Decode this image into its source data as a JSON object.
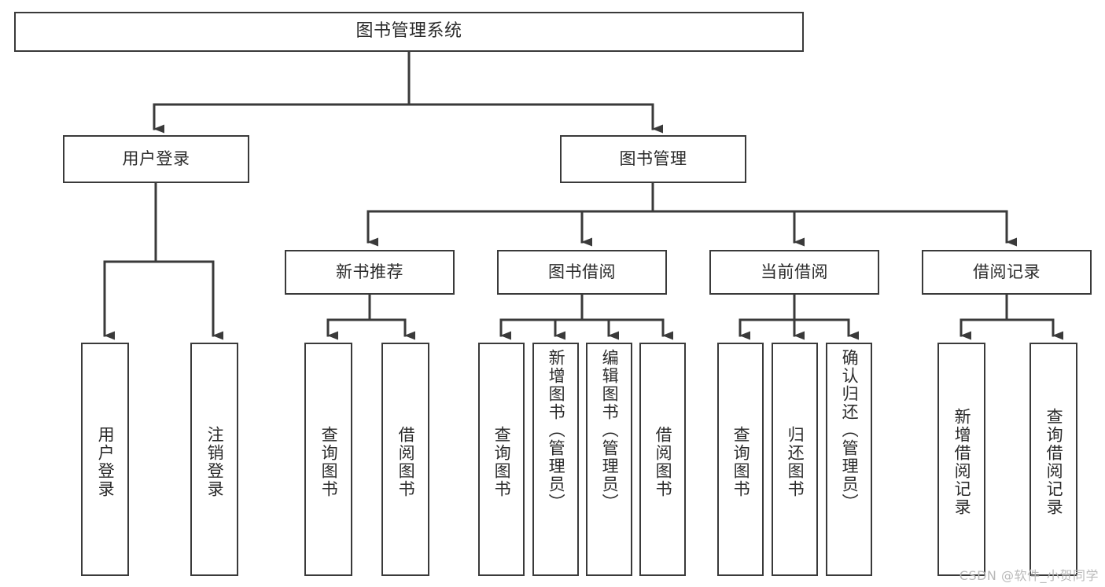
{
  "diagram": {
    "title": "图书管理系统",
    "type": "tree-hierarchy",
    "watermark": "CSDN @软件_小贺同学",
    "colors": {
      "box_border": "#3a3a3a",
      "box_fill": "#ffffff",
      "connector": "#3a3a3a",
      "text": "#2b2b2b",
      "watermark": "#b9b9b9"
    },
    "root": {
      "label": "图书管理系统"
    },
    "level2": [
      {
        "label": "用户登录"
      },
      {
        "label": "图书管理"
      }
    ],
    "level3": [
      {
        "label": "新书推荐"
      },
      {
        "label": "图书借阅"
      },
      {
        "label": "当前借阅"
      },
      {
        "label": "借阅记录"
      }
    ],
    "leaves": {
      "user_login": [
        {
          "label": "用户登录"
        },
        {
          "label": "注销登录"
        }
      ],
      "new_book": [
        {
          "label": "查询图书"
        },
        {
          "label": "借阅图书"
        }
      ],
      "book_borrow": [
        {
          "label": "查询图书"
        },
        {
          "label": "新增图书（管理员）"
        },
        {
          "label": "编辑图书（管理员）"
        },
        {
          "label": "借阅图书"
        }
      ],
      "current_borrow": [
        {
          "label": "查询图书"
        },
        {
          "label": "归还图书"
        },
        {
          "label": "确认归还（管理员）"
        }
      ],
      "borrow_record": [
        {
          "label": "新增借阅记录"
        },
        {
          "label": "查询借阅记录"
        }
      ]
    }
  }
}
